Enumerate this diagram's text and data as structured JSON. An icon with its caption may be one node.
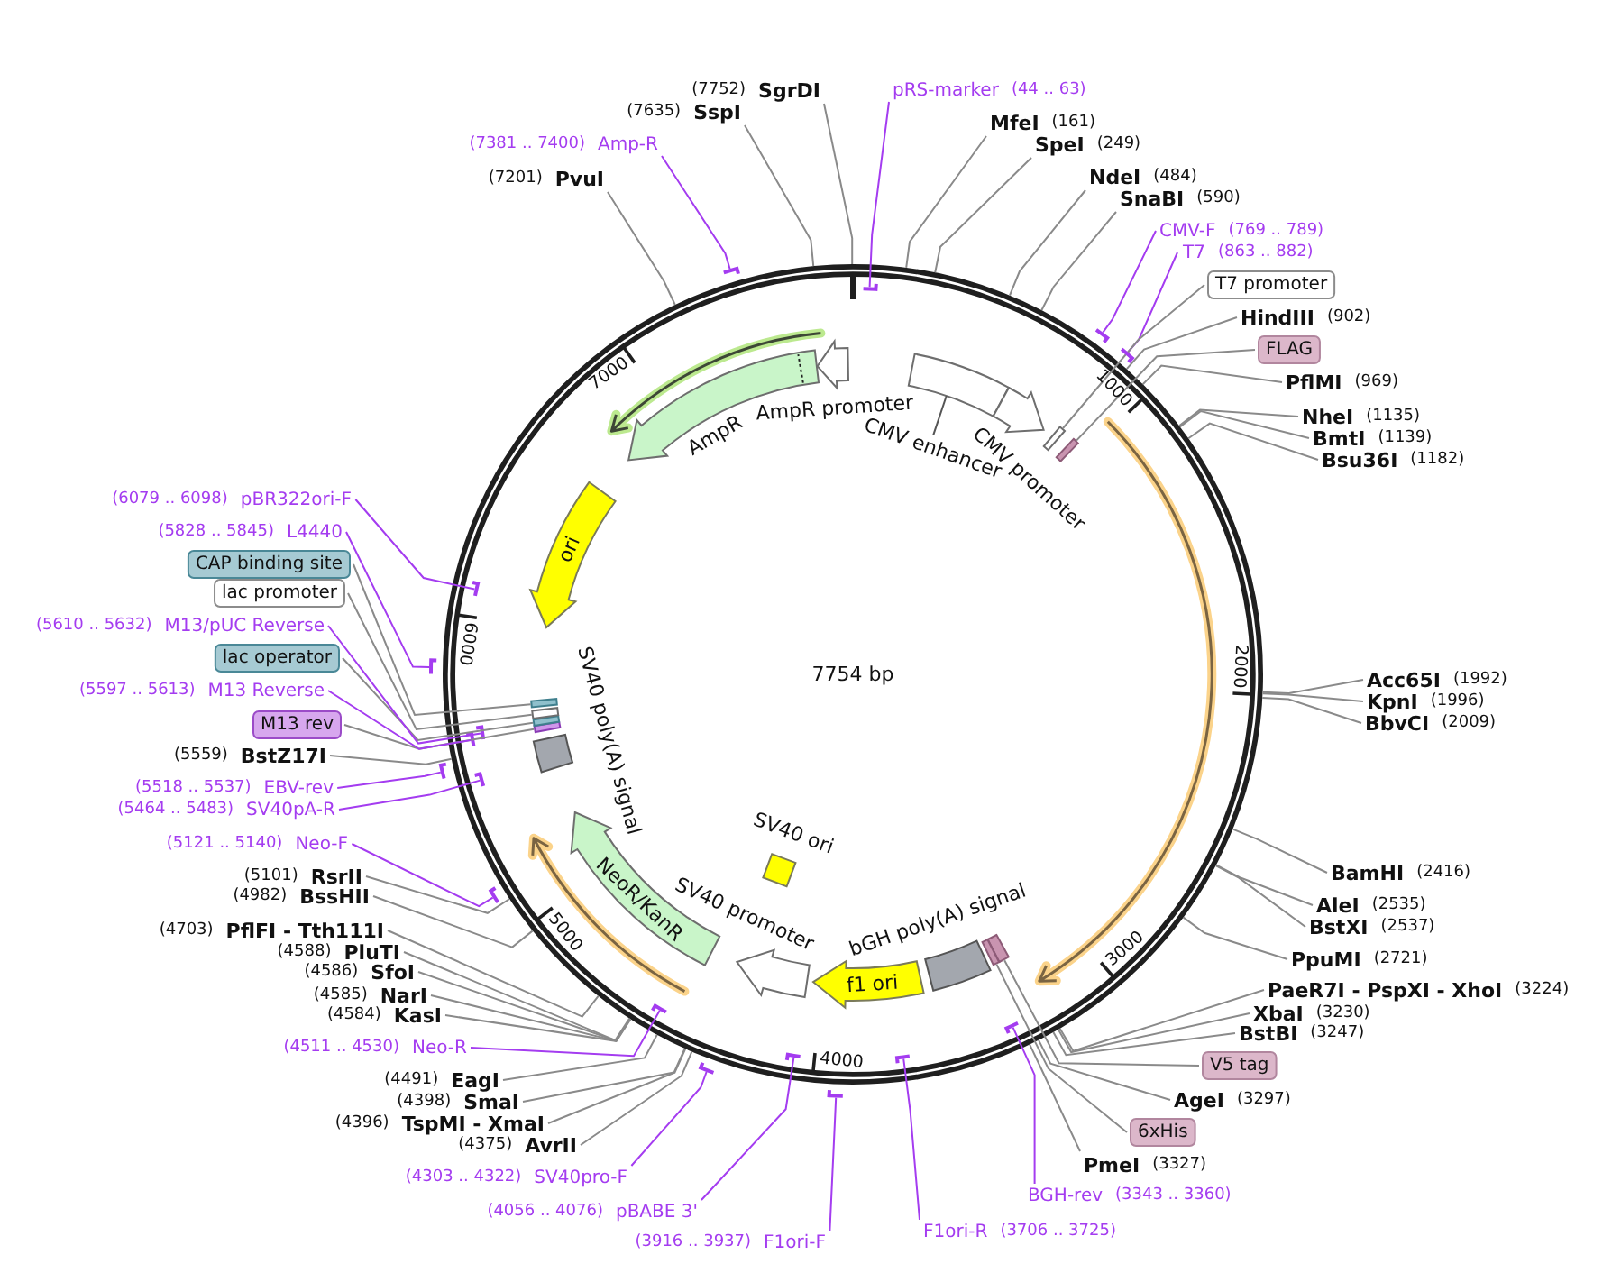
{
  "diagram": {
    "nodes": [
      {
        "text": [],
        "shape": "circle"
      },
      {
        "text": [
          "pRS-marker",
          "(44 .. 63)"
        ]
      },
      {
        "text": [],
        "shape": "bar",
        "in": 0
      },
      {
        "text": [
          "MfeI",
          "(161)"
        ]
      },
      {
        "text": [
          "SpeI",
          "(249)"
        ]
      },
      {
        "text": [
          "CMV enhancer"
        ],
        "in": 0
      },
      {
        "text": [
          "CMV promoter"
        ],
        "in": 0
      },
      {
        "text": [
          "NdeI",
          "(484)"
        ]
      },
      {
        "text": [
          "SnaBI",
          "(590)"
        ]
      },
      {
        "text": [
          "CMV-F",
          "(769 .. 789)"
        ]
      },
      {
        "text": [],
        "shape": "bar"
      },
      {
        "text": [
          "T7",
          "(863 .. 882)"
        ]
      },
      {
        "text": [],
        "shape": "bar"
      },
      {
        "text": [
          "T7 promoter"
        ]
      },
      {
        "text": [],
        "shape": "box",
        "in": 0
      },
      {
        "text": [
          "HindIII",
          "(902)"
        ]
      },
      {
        "text": [
          "FLAG"
        ]
      },
      {
        "text": [],
        "shape": "box",
        "in": 0
      },
      {
        "text": [
          "PflMI",
          "(969)"
        ]
      },
      {
        "text": [
          "NheI",
          "(1135)"
        ]
      },
      {
        "text": [
          "BmtI",
          "(1139)"
        ]
      },
      {
        "text": [
          "Bsu36I",
          "(1182)"
        ]
      },
      {
        "text": [
          "Acc65I",
          "(1992)"
        ]
      },
      {
        "text": [
          "KpnI",
          "(1996)"
        ]
      },
      {
        "text": [
          "BbvCI",
          "(2009)"
        ]
      },
      {
        "text": [
          "BamHI",
          "(2416)"
        ]
      },
      {
        "text": [
          "AleI",
          "(2535)"
        ]
      },
      {
        "text": [
          "BstXI",
          "(2537)"
        ]
      },
      {
        "text": [
          "PpuMI",
          "(2721)"
        ]
      },
      {
        "text": [
          "PaeR7I - PspXI - XhoI",
          "(3224)"
        ]
      },
      {
        "text": [
          "XbaI",
          "(3230)"
        ]
      },
      {
        "text": [
          "BstBI",
          "(3247)"
        ]
      },
      {
        "text": [
          "V5 tag"
        ]
      },
      {
        "text": [],
        "shape": "box",
        "in": 0
      },
      {
        "text": [
          "AgeI",
          "(3297)"
        ]
      },
      {
        "text": [
          "6xHis"
        ]
      },
      {
        "text": [],
        "shape": "box",
        "in": 0
      },
      {
        "text": [
          "PmeI",
          "(3327)"
        ]
      },
      {
        "text": [
          "BGH-rev",
          "(3343 .. 3360)"
        ]
      },
      {
        "text": [],
        "shape": "bar",
        "in": 0
      },
      {
        "text": [
          "bGH poly(A) signal"
        ],
        "in": 0
      },
      {
        "text": [
          "F1ori-R",
          "(3706 .. 3725)"
        ]
      },
      {
        "text": [],
        "shape": "bar",
        "in": 0
      },
      {
        "text": [
          "f1 ori"
        ],
        "in": 0
      },
      {
        "text": [
          "(3916 .. 3937)",
          "F1ori-F"
        ]
      },
      {
        "text": [],
        "shape": "bar"
      },
      {
        "text": [
          "SV40 promoter"
        ],
        "in": 0
      },
      {
        "text": [
          "(4056 .. 4076)",
          "pBABE 3'"
        ]
      },
      {
        "text": [],
        "shape": "bar",
        "in": 0
      },
      {
        "text": [
          "SV40 ori"
        ],
        "in": 0
      },
      {
        "text": [
          "(4303 .. 4322)",
          "SV40pro-F"
        ]
      },
      {
        "text": [],
        "shape": "bar"
      },
      {
        "text": [
          "(4375)",
          "AvrII"
        ]
      },
      {
        "text": [
          "(4396)",
          "TspMI - XmaI"
        ]
      },
      {
        "text": [
          "(4398)",
          "SmaI"
        ]
      },
      {
        "text": [
          "(4491)",
          "EagI"
        ]
      },
      {
        "text": [
          "(4511 .. 4530)",
          "Neo-R"
        ]
      },
      {
        "text": [],
        "shape": "bar",
        "in": 0
      },
      {
        "text": [
          "NeoR/KanR"
        ],
        "in": 0
      },
      {
        "text": [
          "(4584)",
          "KasI"
        ]
      },
      {
        "text": [
          "(4585)",
          "NarI"
        ]
      },
      {
        "text": [
          "(4586)",
          "SfoI"
        ]
      },
      {
        "text": [
          "(4588)",
          "PluTI"
        ]
      },
      {
        "text": [
          "(4703)",
          "PflFI - Tth111I"
        ]
      },
      {
        "text": [
          "(4982)",
          "BssHII"
        ]
      },
      {
        "text": [
          "(5101)",
          "RsrII"
        ]
      },
      {
        "text": [
          "(5121 .. 5140)",
          "Neo-F"
        ]
      },
      {
        "text": [],
        "shape": "bar"
      },
      {
        "text": [
          "SV40 poly(A) signal"
        ],
        "in": 0
      },
      {
        "text": [
          "(5464 .. 5483)",
          "SV40pA-R"
        ]
      },
      {
        "text": [],
        "shape": "bar",
        "in": 0
      },
      {
        "text": [
          "(5518 .. 5537)",
          "EBV-rev"
        ]
      },
      {
        "text": [],
        "shape": "bar"
      },
      {
        "text": [
          "(5559)",
          "BstZ17I"
        ]
      },
      {
        "text": [
          "M13 rev"
        ]
      },
      {
        "text": [],
        "shape": "box",
        "in": 0
      },
      {
        "text": [
          "(5597 .. 5613)",
          "M13 Reverse"
        ]
      },
      {
        "text": [],
        "shape": "bar",
        "in": 0
      },
      {
        "text": [
          "lac operator"
        ]
      },
      {
        "text": [],
        "shape": "box",
        "in": 0
      },
      {
        "text": [
          "(5610 .. 5632)",
          "M13/pUC Reverse"
        ]
      },
      {
        "text": [],
        "shape": "bar",
        "in": 0
      },
      {
        "text": [
          "lac promoter"
        ]
      },
      {
        "text": [],
        "shape": "box",
        "in": 0
      },
      {
        "text": [
          "CAP binding site"
        ]
      },
      {
        "text": [],
        "shape": "box",
        "in": 0
      },
      {
        "text": [
          "(5828 .. 5845)",
          "L4440"
        ]
      },
      {
        "text": [],
        "shape": "bar"
      },
      {
        "text": [
          "ori"
        ],
        "in": 0
      },
      {
        "text": [
          "(6079 .. 6098)",
          "pBR322ori-F"
        ]
      },
      {
        "text": [],
        "shape": "bar",
        "in": 0
      },
      {
        "text": [
          "AmpR"
        ],
        "in": 0
      },
      {
        "text": [
          "(7201)",
          "PvuI"
        ]
      },
      {
        "text": [
          "(7381 .. 7400)",
          "Amp-R"
        ]
      },
      {
        "text": [],
        "shape": "bar"
      },
      {
        "text": [
          "(7635)",
          "SspI"
        ]
      },
      {
        "text": [
          "AmpR promoter"
        ],
        "in": 0
      },
      {
        "text": [
          "(7752)",
          "SgrDI"
        ]
      }
    ],
    "edges": [
      {
        "from": 1,
        "to": 2,
        "arrow": "none",
        "color": "#a43cf0"
      },
      {
        "from": 3,
        "to": 0,
        "arrow": "none"
      },
      {
        "from": 4,
        "to": 0,
        "arrow": "none"
      },
      {
        "from": 7,
        "to": 0,
        "arrow": "none"
      },
      {
        "from": 8,
        "to": 0,
        "arrow": "none"
      },
      {
        "from": 9,
        "to": 10,
        "arrow": "none",
        "color": "#a43cf0"
      },
      {
        "from": 11,
        "to": 12,
        "arrow": "none",
        "color": "#a43cf0"
      },
      {
        "from": 13,
        "to": 14,
        "arrow": "none"
      },
      {
        "from": 15,
        "to": 0,
        "arrow": "none"
      },
      {
        "from": 16,
        "to": 17,
        "arrow": "none"
      },
      {
        "from": 18,
        "to": 0,
        "arrow": "none"
      },
      {
        "from": 19,
        "to": 0,
        "arrow": "none"
      },
      {
        "from": 20,
        "to": 0,
        "arrow": "none"
      },
      {
        "from": 21,
        "to": 0,
        "arrow": "none"
      },
      {
        "from": 22,
        "to": 0,
        "arrow": "none"
      },
      {
        "from": 23,
        "to": 0,
        "arrow": "none"
      },
      {
        "from": 24,
        "to": 0,
        "arrow": "none"
      },
      {
        "from": 25,
        "to": 0,
        "arrow": "none"
      },
      {
        "from": 26,
        "to": 0,
        "arrow": "none"
      },
      {
        "from": 27,
        "to": 0,
        "arrow": "none"
      },
      {
        "from": 28,
        "to": 0,
        "arrow": "none"
      },
      {
        "from": 29,
        "to": 0,
        "arrow": "none"
      },
      {
        "from": 30,
        "to": 0,
        "arrow": "none"
      },
      {
        "from": 31,
        "to": 0,
        "arrow": "none"
      },
      {
        "from": 32,
        "to": 33,
        "arrow": "none"
      },
      {
        "from": 34,
        "to": 0,
        "arrow": "none"
      },
      {
        "from": 35,
        "to": 36,
        "arrow": "none"
      },
      {
        "from": 37,
        "to": 0,
        "arrow": "none"
      },
      {
        "from": 38,
        "to": 39,
        "arrow": "none",
        "color": "#a43cf0"
      },
      {
        "from": 41,
        "to": 42,
        "arrow": "none",
        "color": "#a43cf0"
      },
      {
        "from": 44,
        "to": 45,
        "arrow": "none",
        "color": "#a43cf0"
      },
      {
        "from": 47,
        "to": 48,
        "arrow": "none",
        "color": "#a43cf0"
      },
      {
        "from": 50,
        "to": 51,
        "arrow": "none",
        "color": "#a43cf0"
      },
      {
        "from": 52,
        "to": 0,
        "arrow": "none"
      },
      {
        "from": 53,
        "to": 0,
        "arrow": "none"
      },
      {
        "from": 54,
        "to": 0,
        "arrow": "none"
      },
      {
        "from": 55,
        "to": 0,
        "arrow": "none"
      },
      {
        "from": 56,
        "to": 57,
        "arrow": "none",
        "color": "#a43cf0"
      },
      {
        "from": 59,
        "to": 0,
        "arrow": "none"
      },
      {
        "from": 60,
        "to": 0,
        "arrow": "none"
      },
      {
        "from": 61,
        "to": 0,
        "arrow": "none"
      },
      {
        "from": 62,
        "to": 0,
        "arrow": "none"
      },
      {
        "from": 63,
        "to": 0,
        "arrow": "none"
      },
      {
        "from": 64,
        "to": 0,
        "arrow": "none"
      },
      {
        "from": 65,
        "to": 0,
        "arrow": "none"
      },
      {
        "from": 66,
        "to": 67,
        "arrow": "none",
        "color": "#a43cf0"
      },
      {
        "from": 69,
        "to": 70,
        "arrow": "none",
        "color": "#a43cf0"
      },
      {
        "from": 71,
        "to": 72,
        "arrow": "none",
        "color": "#a43cf0"
      },
      {
        "from": 73,
        "to": 0,
        "arrow": "none"
      },
      {
        "from": 74,
        "to": 75,
        "arrow": "none"
      },
      {
        "from": 76,
        "to": 77,
        "arrow": "none",
        "color": "#a43cf0"
      },
      {
        "from": 78,
        "to": 79,
        "arrow": "none"
      },
      {
        "from": 80,
        "to": 81,
        "arrow": "none",
        "color": "#a43cf0"
      },
      {
        "from": 82,
        "to": 83,
        "arrow": "none"
      },
      {
        "from": 84,
        "to": 85,
        "arrow": "none"
      },
      {
        "from": 86,
        "to": 87,
        "arrow": "none",
        "color": "#a43cf0"
      },
      {
        "from": 89,
        "to": 90,
        "arrow": "none",
        "color": "#a43cf0"
      },
      {
        "from": 92,
        "to": 0,
        "arrow": "none"
      },
      {
        "from": 93,
        "to": 94,
        "arrow": "none",
        "color": "#a43cf0"
      },
      {
        "from": 95,
        "to": 0,
        "arrow": "none"
      },
      {
        "from": 97,
        "to": 0,
        "arrow": "none"
      }
    ],
    "labels": [
      "1000",
      "2000",
      "3000",
      "4000",
      "5000",
      "6000",
      "7000",
      "7754 bp"
    ]
  }
}
